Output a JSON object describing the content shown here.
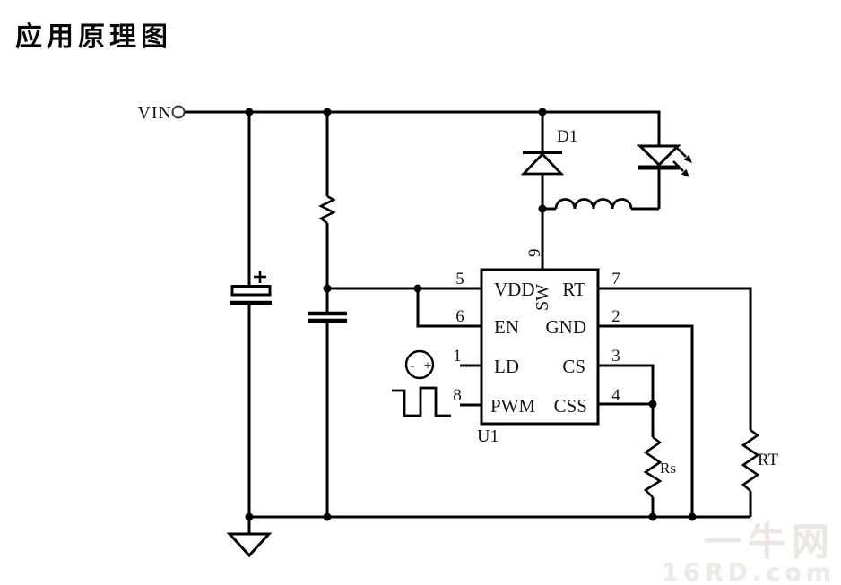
{
  "title": "应用原理图",
  "nets": {
    "vin": "VIN"
  },
  "ic": {
    "ref": "U1",
    "left_pins": [
      {
        "num": "5",
        "label": "VDD"
      },
      {
        "num": "6",
        "label": "EN"
      },
      {
        "num": "1",
        "label": "LD"
      },
      {
        "num": "8",
        "label": "PWM"
      }
    ],
    "right_pins": [
      {
        "num": "7",
        "label": "RT"
      },
      {
        "num": "2",
        "label": "GND"
      },
      {
        "num": "3",
        "label": "CS"
      },
      {
        "num": "4",
        "label": "CSS"
      }
    ],
    "top_pin": {
      "num": "9",
      "label": "SW"
    }
  },
  "components": {
    "diode": "D1",
    "sense_resistor": "Rs",
    "timing_resistor": "RT",
    "source_minus": "-",
    "source_plus": "+"
  },
  "watermark": {
    "line1": "一牛网",
    "line2": "16RD.com"
  },
  "colors": {
    "wire": "#000000",
    "text": "#141414"
  }
}
